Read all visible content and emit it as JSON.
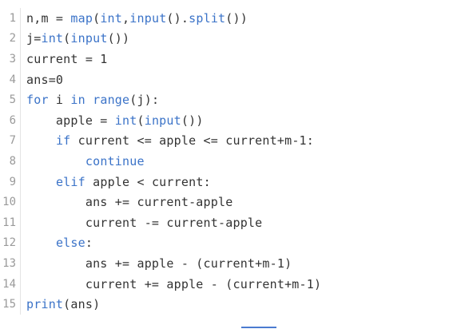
{
  "editor": {
    "lines": [
      {
        "no": "1",
        "tokens": [
          [
            "plain",
            "n,m = "
          ],
          [
            "fn",
            "map"
          ],
          [
            "plain",
            "("
          ],
          [
            "fn",
            "int"
          ],
          [
            "plain",
            ","
          ],
          [
            "fn",
            "input"
          ],
          [
            "plain",
            "()."
          ],
          [
            "fn",
            "split"
          ],
          [
            "plain",
            "())"
          ]
        ]
      },
      {
        "no": "2",
        "tokens": [
          [
            "plain",
            "j="
          ],
          [
            "fn",
            "int"
          ],
          [
            "plain",
            "("
          ],
          [
            "fn",
            "input"
          ],
          [
            "plain",
            "())"
          ]
        ]
      },
      {
        "no": "3",
        "tokens": [
          [
            "plain",
            "current = 1"
          ]
        ]
      },
      {
        "no": "4",
        "tokens": [
          [
            "plain",
            "ans=0"
          ]
        ]
      },
      {
        "no": "5",
        "tokens": [
          [
            "kw",
            "for"
          ],
          [
            "plain",
            " i "
          ],
          [
            "kw",
            "in"
          ],
          [
            "plain",
            " "
          ],
          [
            "fn",
            "range"
          ],
          [
            "plain",
            "(j):"
          ]
        ]
      },
      {
        "no": "6",
        "tokens": [
          [
            "plain",
            "    apple = "
          ],
          [
            "fn",
            "int"
          ],
          [
            "plain",
            "("
          ],
          [
            "fn",
            "input"
          ],
          [
            "plain",
            "())"
          ]
        ]
      },
      {
        "no": "7",
        "tokens": [
          [
            "plain",
            "    "
          ],
          [
            "kw",
            "if"
          ],
          [
            "plain",
            " current <= apple <= current+m-1:"
          ]
        ]
      },
      {
        "no": "8",
        "tokens": [
          [
            "plain",
            "        "
          ],
          [
            "kw",
            "continue"
          ]
        ]
      },
      {
        "no": "9",
        "tokens": [
          [
            "plain",
            "    "
          ],
          [
            "kw",
            "elif"
          ],
          [
            "plain",
            " apple < current:"
          ]
        ]
      },
      {
        "no": "10",
        "tokens": [
          [
            "plain",
            "        ans += current-apple"
          ]
        ]
      },
      {
        "no": "11",
        "tokens": [
          [
            "plain",
            "        current -= current-apple"
          ]
        ]
      },
      {
        "no": "12",
        "tokens": [
          [
            "plain",
            "    "
          ],
          [
            "kw",
            "else"
          ],
          [
            "plain",
            ":"
          ]
        ]
      },
      {
        "no": "13",
        "tokens": [
          [
            "plain",
            "        ans += apple - (current+m-1)"
          ]
        ]
      },
      {
        "no": "14",
        "tokens": [
          [
            "plain",
            "        current += apple - (current+m-1)"
          ]
        ]
      },
      {
        "no": "15",
        "tokens": [
          [
            "fn",
            "print"
          ],
          [
            "plain",
            "(ans)"
          ]
        ]
      }
    ]
  },
  "colors": {
    "keyword": "#3b73c8",
    "text": "#333333",
    "gutter_text": "#9a9a9a",
    "accent_underline": "#4a7bd0"
  }
}
